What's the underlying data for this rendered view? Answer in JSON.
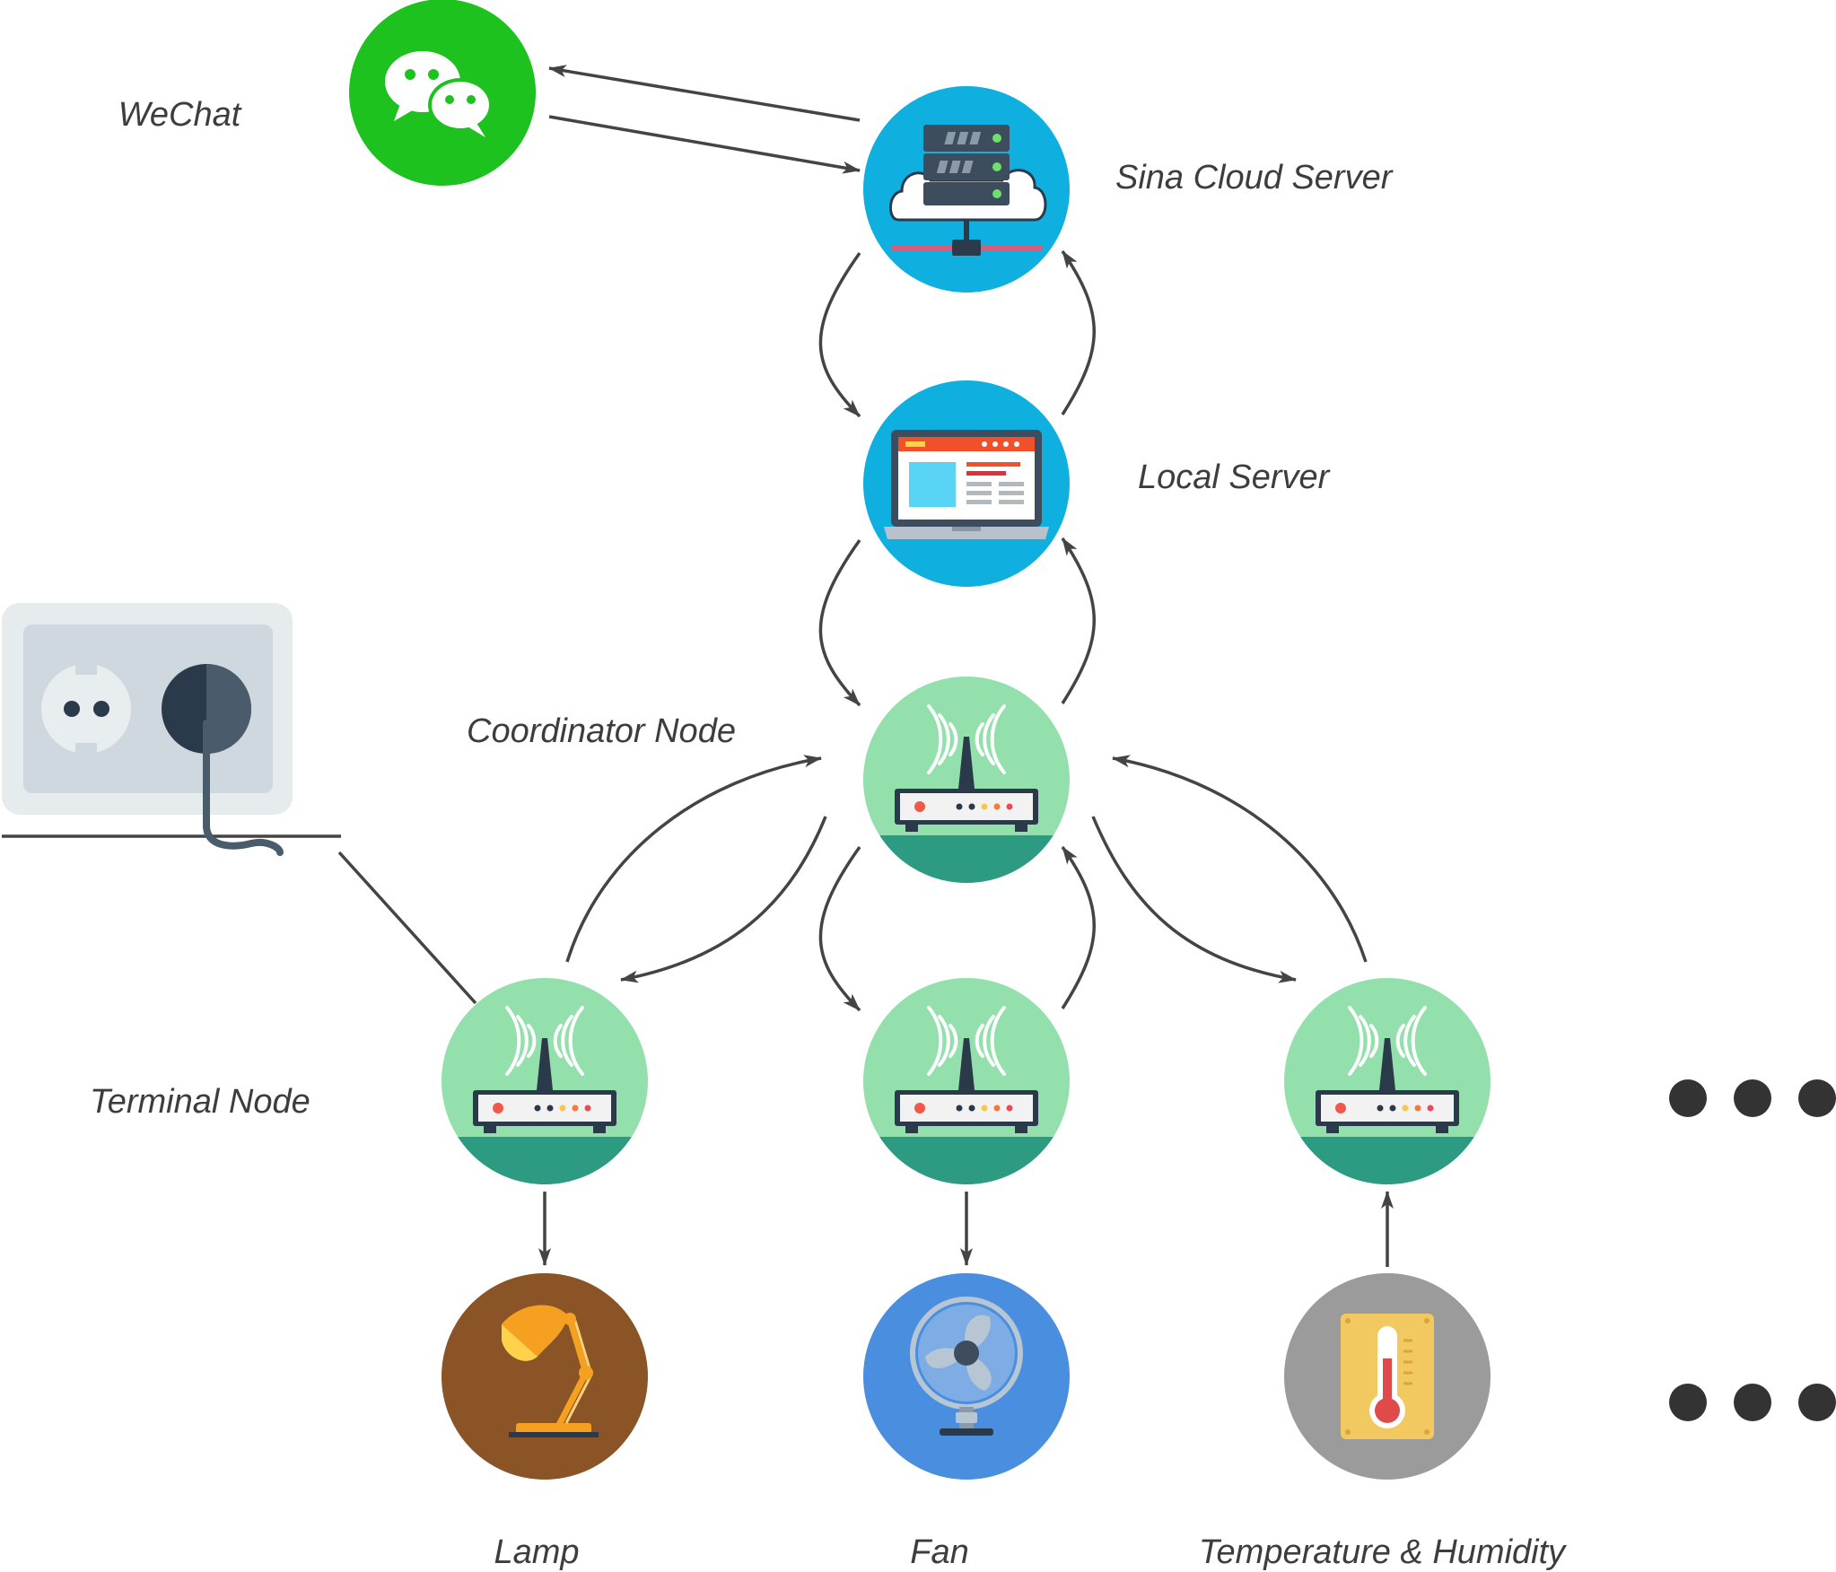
{
  "labels": {
    "wechat": "WeChat",
    "cloud_server": "Sina Cloud Server",
    "local_server": "Local Server",
    "coordinator": "Coordinator Node",
    "terminal": "Terminal Node",
    "lamp": "Lamp",
    "fan": "Fan",
    "sensor": "Temperature & Humidity"
  },
  "icons": {
    "wechat": "wechat-icon",
    "cloud_server": "cloud-server-icon",
    "local_server": "laptop-icon",
    "coordinator": "router-icon",
    "terminal": "router-icon",
    "lamp": "desk-lamp-icon",
    "fan": "fan-icon",
    "sensor": "thermometer-icon",
    "power": "power-socket-icon"
  },
  "colors": {
    "wechat": "#1ec21e",
    "server": "#0fb0e0",
    "router_top": "#93e0ac",
    "router_bottom": "#2d9b82",
    "lamp": "#8a5426",
    "fan": "#4a8ee0",
    "sensor": "#9b9b9b",
    "arrow": "#444444"
  }
}
